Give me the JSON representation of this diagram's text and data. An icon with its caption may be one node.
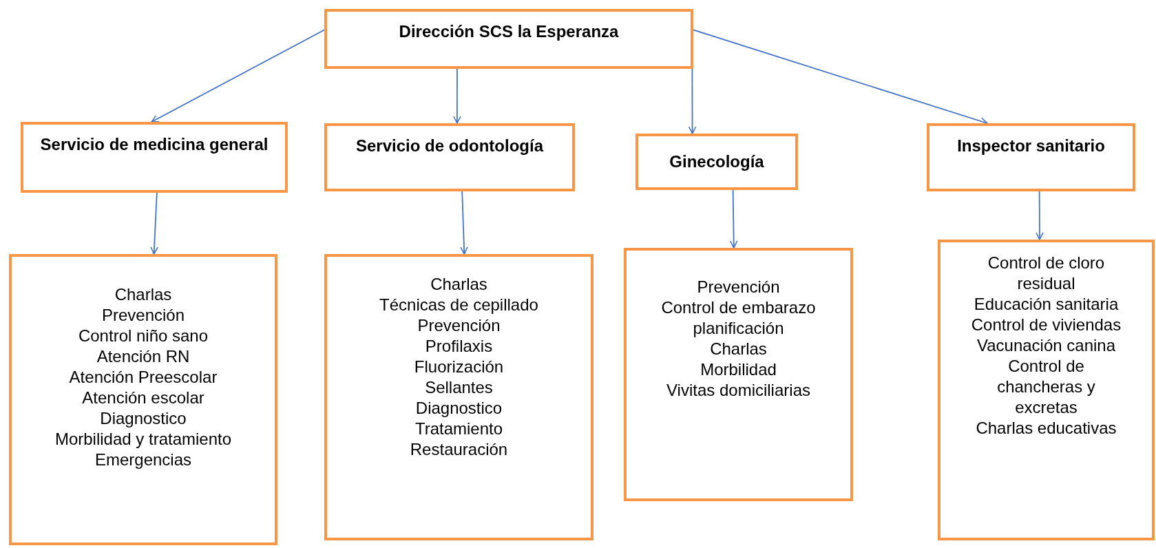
{
  "diagram": {
    "nodes": [
      {
        "text": [
          "Dirección SCS la Esperanza"
        ]
      },
      {
        "text": [
          "Servicio de medicina general"
        ]
      },
      {
        "text": [
          "Servicio de odontología"
        ]
      },
      {
        "text": [
          "Ginecología"
        ]
      },
      {
        "text": [
          "Inspector sanitario"
        ]
      },
      {
        "text": [
          "Charlas",
          "Prevención",
          "Control niño sano",
          "Atención RN",
          "Atención Preescolar",
          "Atención escolar",
          "Diagnostico",
          "Morbilidad y tratamiento",
          "Emergencias"
        ]
      },
      {
        "text": [
          "Charlas",
          "Técnicas de cepillado",
          "Prevención",
          "Profilaxis",
          "Fluorización",
          "Sellantes",
          "Diagnostico",
          "Tratamiento",
          "Restauración"
        ]
      },
      {
        "text": [
          "Prevención",
          "Control de embarazo",
          "planificación",
          "Charlas",
          "Morbilidad",
          "Vivitas domiciliarias"
        ]
      },
      {
        "text": [
          "Control de cloro residual",
          "Educación sanitaria",
          "Control de viviendas",
          "Vacunación canina",
          "Control de chancheras y excretas",
          "Charlas educativas"
        ]
      }
    ],
    "edges": [
      {
        "from": 0,
        "to": 1,
        "arrow": "to"
      },
      {
        "from": 0,
        "to": 2,
        "arrow": "to"
      },
      {
        "from": 0,
        "to": 3,
        "arrow": "to"
      },
      {
        "from": 0,
        "to": 4,
        "arrow": "to"
      },
      {
        "from": 1,
        "to": 5,
        "arrow": "to"
      },
      {
        "from": 2,
        "to": 6,
        "arrow": "to"
      },
      {
        "from": 3,
        "to": 7,
        "arrow": "to"
      },
      {
        "from": 4,
        "to": 8,
        "arrow": "to"
      }
    ]
  }
}
